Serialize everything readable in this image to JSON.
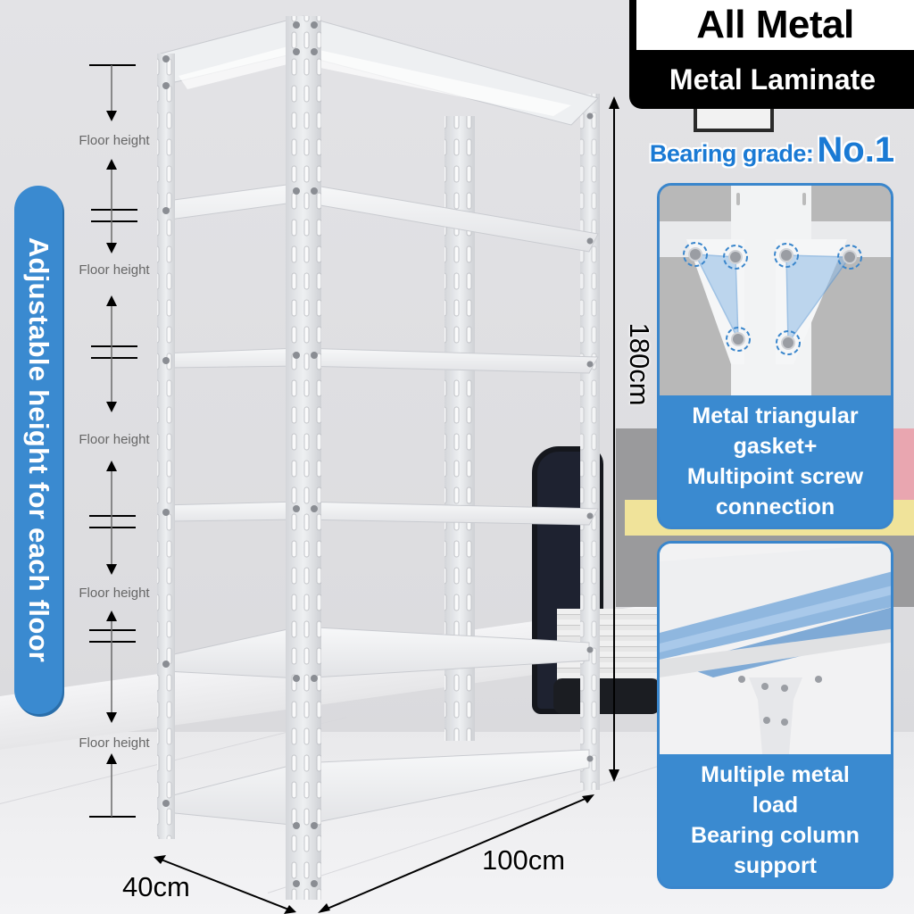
{
  "header": {
    "title": "All Metal",
    "subtitle": "Metal Laminate"
  },
  "bearing": {
    "label": "Bearing grade:",
    "value": "No.1"
  },
  "side_banner": {
    "text": "Adjustable height for each floor"
  },
  "floor_heights": [
    {
      "label": "Floor height"
    },
    {
      "label": "Floor height"
    },
    {
      "label": "Floor height"
    },
    {
      "label": "Floor height"
    },
    {
      "label": "Floor height"
    }
  ],
  "dimensions": {
    "height": "180cm",
    "width": "100cm",
    "depth": "40cm"
  },
  "feature_cards": [
    {
      "caption": "Metal triangular gasket+ Multipoint screw connection",
      "lines": [
        "Metal triangular",
        "gasket+",
        "Multipoint screw",
        "connection"
      ]
    },
    {
      "caption": "Multiple metal load Bearing column support",
      "lines": [
        "Multiple metal",
        "load",
        "Bearing column",
        "support"
      ]
    }
  ],
  "colors": {
    "accent_blue": "#3a8ad0",
    "bearing_blue": "#1a7ad4",
    "header_black": "#000000",
    "shelf_metal": "#e4e5e8"
  }
}
